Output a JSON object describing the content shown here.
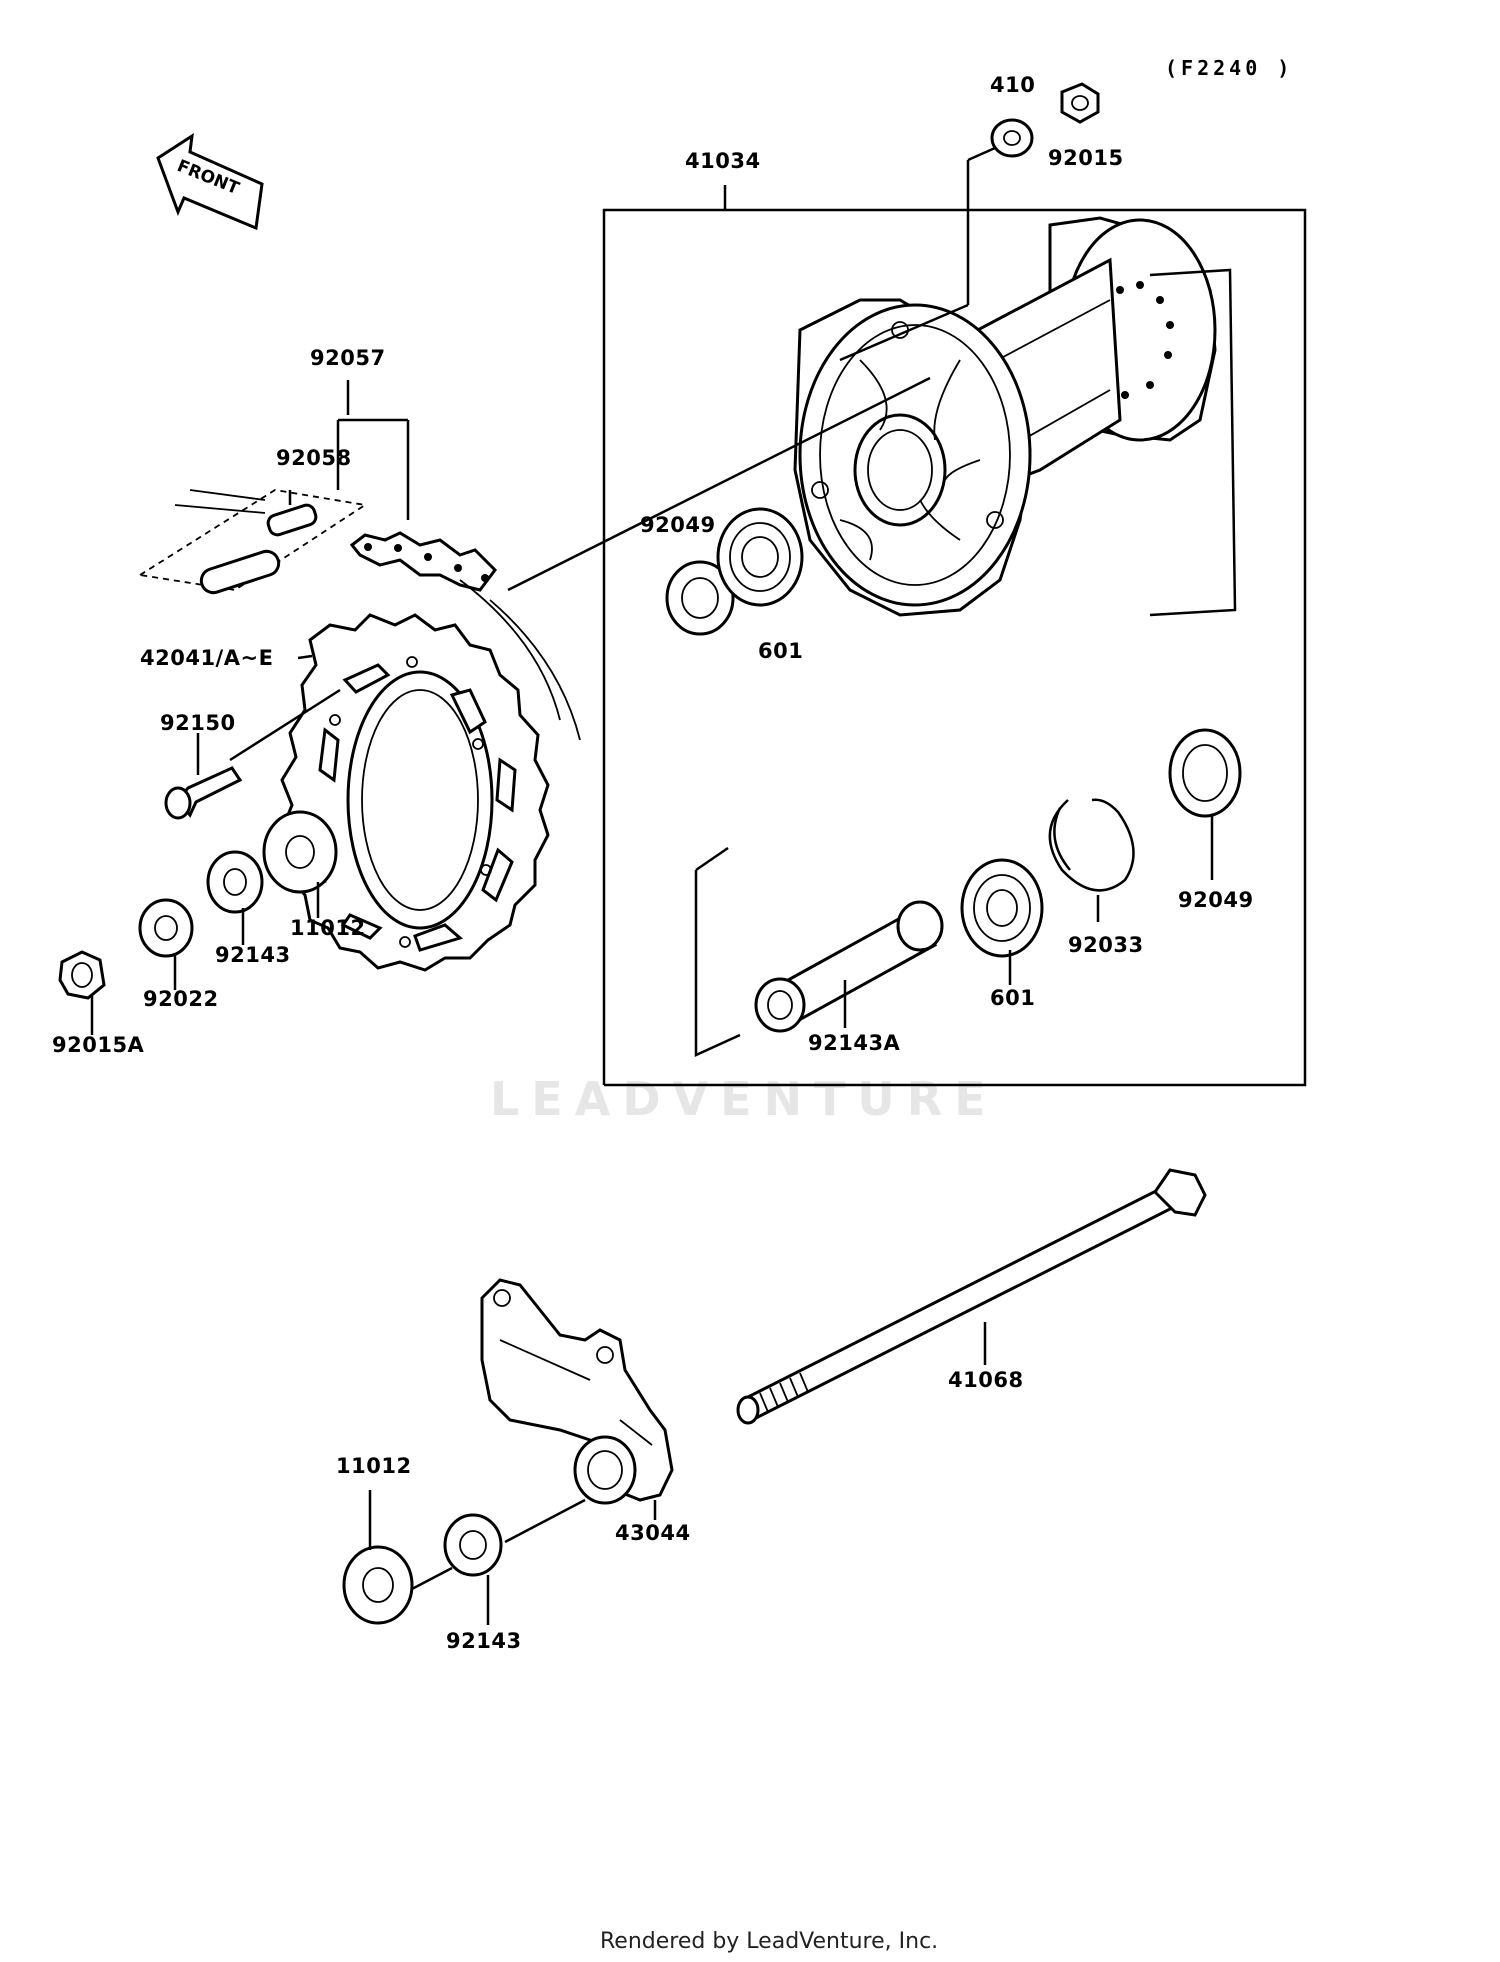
{
  "figure_code": "(F2240 )",
  "front_label": "FRONT",
  "watermark": "LEADVENTURE",
  "footer": "Rendered by LeadVenture, Inc.",
  "labels": {
    "p410": "410",
    "p92015": "92015",
    "p41034": "41034",
    "p92057": "92057",
    "p92058": "92058",
    "p92049_top": "92049",
    "p601_top": "601",
    "p42041": "42041/A~E",
    "p92150": "92150",
    "p11012_top": "11012",
    "p92143_top": "92143",
    "p92022": "92022",
    "p92015A": "92015A",
    "p92049_right": "92049",
    "p92033": "92033",
    "p601_bottom": "601",
    "p92143A": "92143A",
    "p41068": "41068",
    "p11012_bottom": "11012",
    "p43044": "43044",
    "p92143_bottom": "92143"
  }
}
